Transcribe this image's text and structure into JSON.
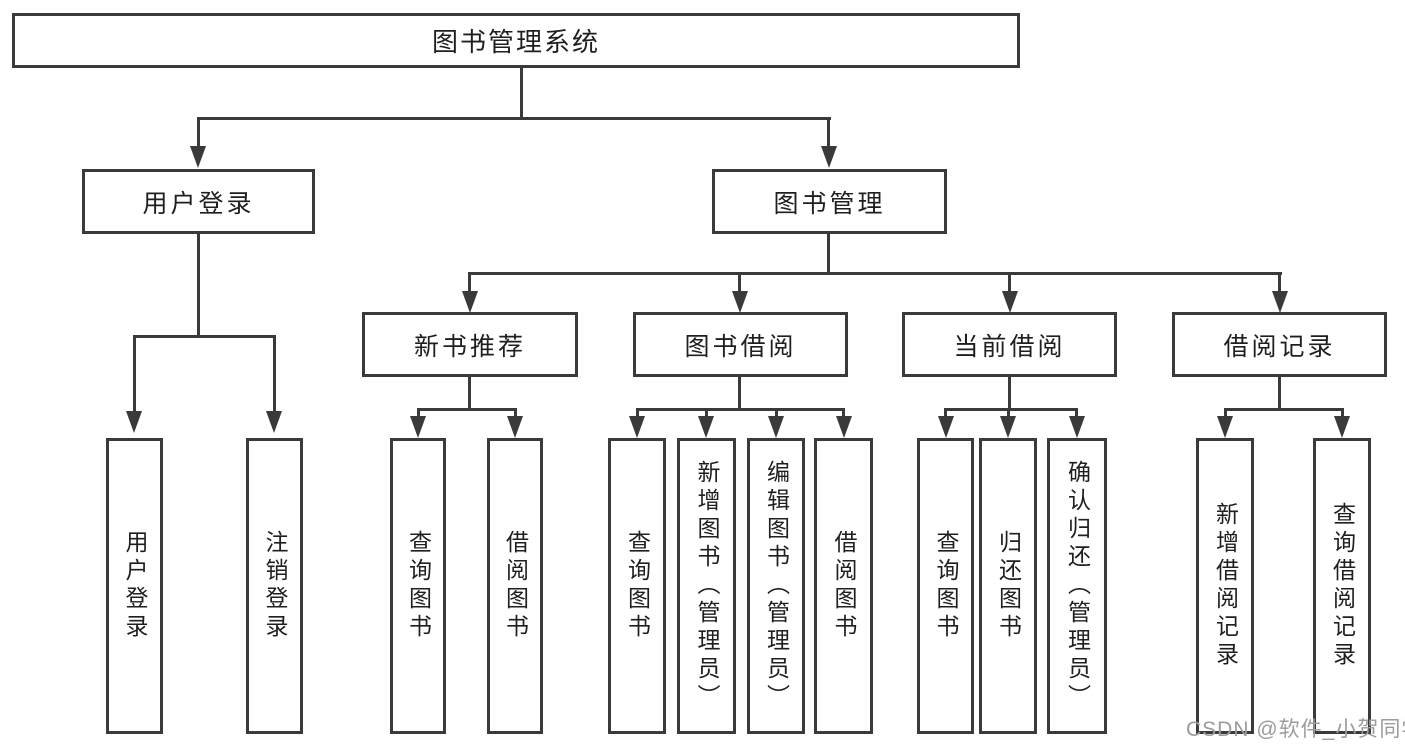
{
  "tree": {
    "label": "图书管理系统",
    "children": [
      {
        "label": "用户登录",
        "children": [
          {
            "label": "用户登录"
          },
          {
            "label": "注销登录"
          }
        ]
      },
      {
        "label": "图书管理",
        "children": [
          {
            "label": "新书推荐",
            "children": [
              {
                "label": "查询图书"
              },
              {
                "label": "借阅图书"
              }
            ]
          },
          {
            "label": "图书借阅",
            "children": [
              {
                "label": "查询图书"
              },
              {
                "label": "新增图书（管理员）"
              },
              {
                "label": "编辑图书（管理员）"
              },
              {
                "label": "借阅图书"
              }
            ]
          },
          {
            "label": "当前借阅",
            "children": [
              {
                "label": "查询图书"
              },
              {
                "label": "归还图书"
              },
              {
                "label": "确认归还（管理员）"
              }
            ]
          },
          {
            "label": "借阅记录",
            "children": [
              {
                "label": "新增借阅记录"
              },
              {
                "label": "查询借阅记录"
              }
            ]
          }
        ]
      }
    ]
  },
  "watermark": "CSDN @软件_小贺同学",
  "colors": {
    "line": "#3a3a3a",
    "text": "#1f1f1f",
    "watermark": "#9c9c9c",
    "background": "#ffffff"
  }
}
